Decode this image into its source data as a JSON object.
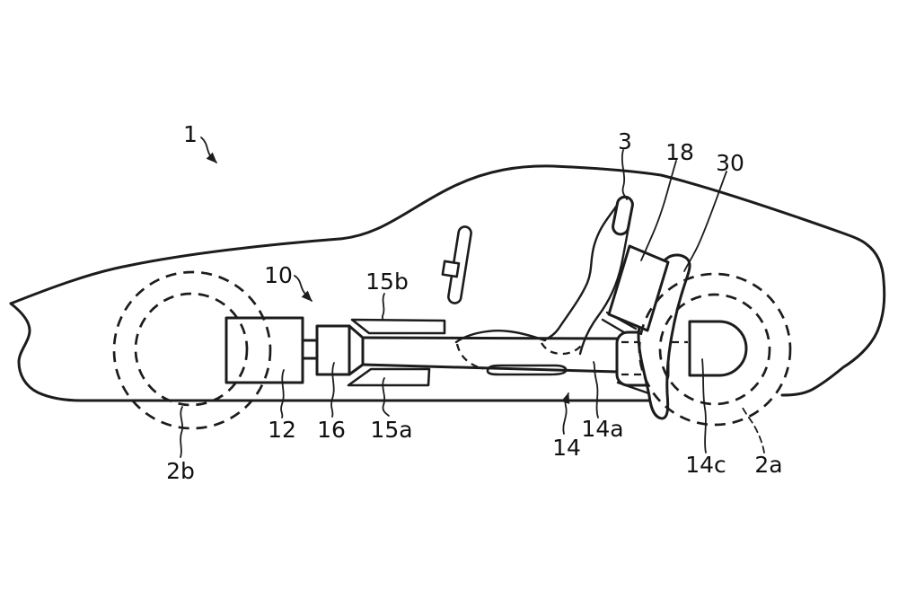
{
  "figure": {
    "kind": "patent_line_drawing",
    "subject": "side view of a car with drivetrain components",
    "colors": {
      "ink": "#1c1c1c",
      "paper": "#ffffff"
    },
    "reference_labels": [
      {
        "text": "1",
        "leader": "arrow"
      },
      {
        "text": "10",
        "leader": "arrow"
      },
      {
        "text": "15b",
        "leader": "curve"
      },
      {
        "text": "3",
        "leader": "curve"
      },
      {
        "text": "18",
        "leader": "curve"
      },
      {
        "text": "30",
        "leader": "curve"
      },
      {
        "text": "2b",
        "leader": "curve"
      },
      {
        "text": "12",
        "leader": "curve"
      },
      {
        "text": "16",
        "leader": "curve"
      },
      {
        "text": "15a",
        "leader": "curve"
      },
      {
        "text": "14",
        "leader": "arrow"
      },
      {
        "text": "14a",
        "leader": "curve"
      },
      {
        "text": "14c",
        "leader": "curve"
      },
      {
        "text": "2a",
        "leader": "dashed-curve"
      }
    ]
  }
}
